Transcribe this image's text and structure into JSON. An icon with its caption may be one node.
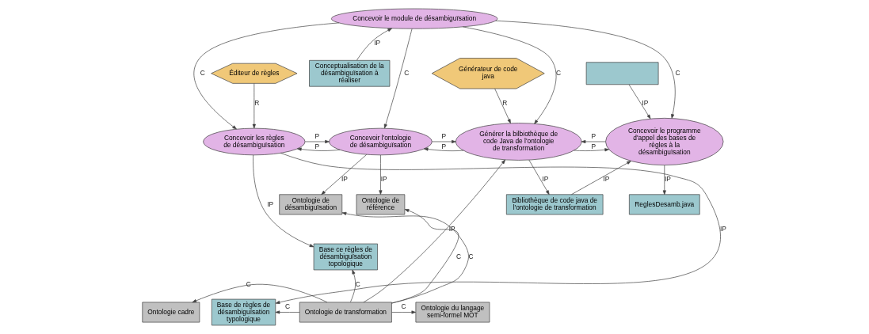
{
  "diagram": {
    "nodes": [
      {
        "text": [
          "Concevoir le module de désambiguïsation"
        ]
      },
      {
        "text": [
          "Conceptualisation de la désambiguïsation à réaliser"
        ]
      },
      {
        "text": [
          "Éditeur de règles"
        ]
      },
      {
        "text": [
          "Générateur de code java"
        ]
      },
      {
        "text": [],
        "shape": "box"
      },
      {
        "text": [
          "Concevoir les règles de désambiguïsation"
        ]
      },
      {
        "text": [
          "Concevoir l'ontologie de désambiguïsation"
        ]
      },
      {
        "text": [
          "Générer la bilbiothèque de code Java de l'ontologie de transformation"
        ]
      },
      {
        "text": [
          "Concevoir le programme d'appel des bases de règles à la désambiguïsation"
        ]
      },
      {
        "text": [
          "Ontologie de référence"
        ]
      },
      {
        "text": [
          "Ontologie de désambiguïsation"
        ]
      },
      {
        "text": [
          "Bibliothèque de code java de l'ontologie de transformation"
        ]
      },
      {
        "text": [
          "ReglesDesamb.java"
        ]
      },
      {
        "text": [
          "Base ce règles de désambiguïsation topologique"
        ]
      },
      {
        "text": [
          "Ontologie cadre"
        ]
      },
      {
        "text": [
          "Base de règles de désambiguïsation typologique"
        ]
      },
      {
        "text": [
          "Ontologie de transformation"
        ]
      },
      {
        "text": [
          "Ontologie du langage semi-formel MOT"
        ]
      }
    ],
    "edges": [
      {
        "from": 1,
        "to": 0,
        "label": "IP",
        "arrow": "to"
      },
      {
        "from": 0,
        "to": 5,
        "label": "C",
        "arrow": "to"
      },
      {
        "from": 0,
        "to": 6,
        "label": "C",
        "arrow": "to"
      },
      {
        "from": 0,
        "to": 7,
        "label": "C",
        "arrow": "to"
      },
      {
        "from": 0,
        "to": 8,
        "label": "C",
        "arrow": "to"
      },
      {
        "from": 2,
        "to": 5,
        "label": "R",
        "arrow": "to"
      },
      {
        "from": 3,
        "to": 7,
        "label": "R",
        "arrow": "to"
      },
      {
        "from": 4,
        "to": 8,
        "label": "IP",
        "arrow": "to"
      },
      {
        "from": 5,
        "to": 6,
        "label": "P",
        "arrow": "to"
      },
      {
        "from": 6,
        "to": 5,
        "label": "P",
        "arrow": "to"
      },
      {
        "from": 6,
        "to": 7,
        "label": "P",
        "arrow": "to"
      },
      {
        "from": 7,
        "to": 6,
        "label": "P",
        "arrow": "to"
      },
      {
        "from": 8,
        "to": 7,
        "label": "P",
        "arrow": "to"
      },
      {
        "from": 7,
        "to": 8,
        "label": "P",
        "arrow": "to"
      },
      {
        "from": 5,
        "to": 15,
        "label": "IP",
        "arrow": "to"
      },
      {
        "from": 5,
        "to": 13,
        "label": "IP",
        "arrow": "to"
      },
      {
        "from": 6,
        "to": 9,
        "label": "IP",
        "arrow": "to"
      },
      {
        "from": 6,
        "to": 10,
        "label": "IP",
        "arrow": "to"
      },
      {
        "from": 7,
        "to": 11,
        "label": "IP",
        "arrow": "to"
      },
      {
        "from": 11,
        "to": 8,
        "label": "IP",
        "arrow": "to"
      },
      {
        "from": 8,
        "to": 12,
        "label": "IP",
        "arrow": "to"
      },
      {
        "from": 16,
        "to": 7,
        "label": "IP",
        "arrow": "to"
      },
      {
        "from": 16,
        "to": 9,
        "label": "C",
        "arrow": "to"
      },
      {
        "from": 16,
        "to": 10,
        "label": "C",
        "arrow": "to"
      },
      {
        "from": 16,
        "to": 13,
        "label": "C",
        "arrow": "to"
      },
      {
        "from": 16,
        "to": 15,
        "label": "C",
        "arrow": "to"
      },
      {
        "from": 16,
        "to": 14,
        "label": "C",
        "arrow": "to"
      },
      {
        "from": 16,
        "to": 17,
        "label": "C",
        "arrow": "to"
      }
    ]
  }
}
